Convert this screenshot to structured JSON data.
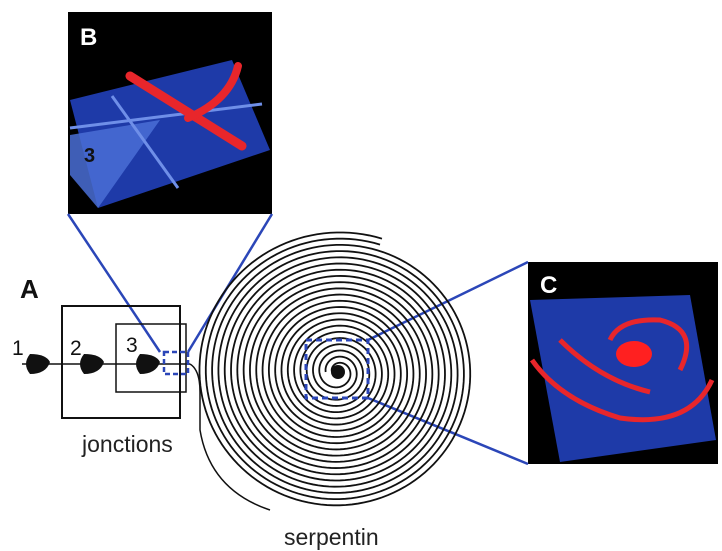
{
  "panels": {
    "A": "A",
    "B": "B",
    "C": "C"
  },
  "junction_numbers": [
    "1",
    "2",
    "3"
  ],
  "inset_b_number": "3",
  "captions": {
    "junctions": "jonctions",
    "spiral": "serpentin"
  },
  "colors": {
    "connector": "#2b46b8",
    "inset_background": "#000000",
    "plate": "#1f3cae",
    "channel": "#e8262b"
  }
}
